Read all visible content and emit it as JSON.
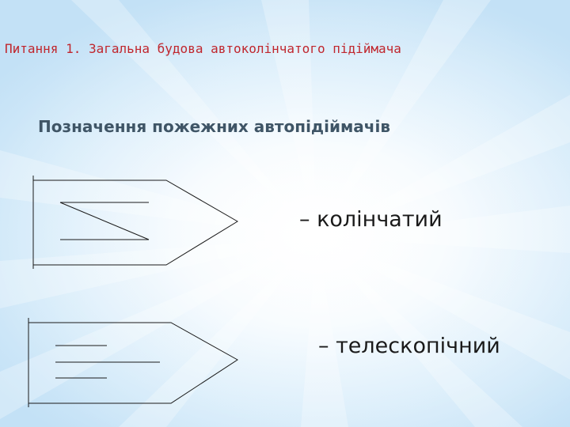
{
  "slide": {
    "title": "Питання 1. Загальна будова автоколінчатого підіймача",
    "subtitle": "Позначення пожежних автопідіймачів"
  },
  "symbols": [
    {
      "label": "– колінчатий",
      "icon": "articulated-lift-symbol-icon"
    },
    {
      "label": "– телескопічний",
      "icon": "telescopic-lift-symbol-icon"
    }
  ],
  "colors": {
    "title": "#c0262d",
    "subtitle": "#3f5566",
    "text": "#1a1a1a",
    "background": "#d7ecfa"
  }
}
